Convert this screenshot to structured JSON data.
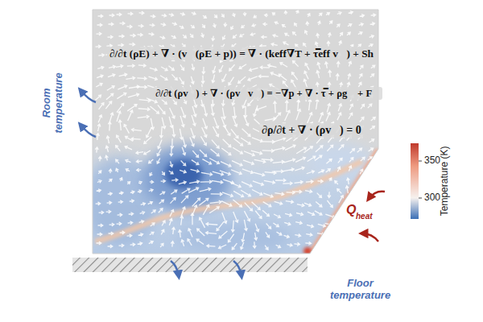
{
  "diagram": {
    "labels": [
      "∂/∂t (ρE) + ∇ · (v⃗(ρE + p)) = ∇ · (keff∇T + τ̿eff v⃗) + Sh",
      "∂/∂t (ρv⃗) + ∇ · (ρv⃗v⃗) = −∇p + ∇ · τ̿ + ρg⃗ + F⃗",
      "∂ρ/∂t + ∇ · (ρv⃗) = 0",
      "Room temperature",
      "Q",
      "heat",
      "Floor temperature",
      "350",
      "300",
      "Temperature (K)"
    ]
  }
}
